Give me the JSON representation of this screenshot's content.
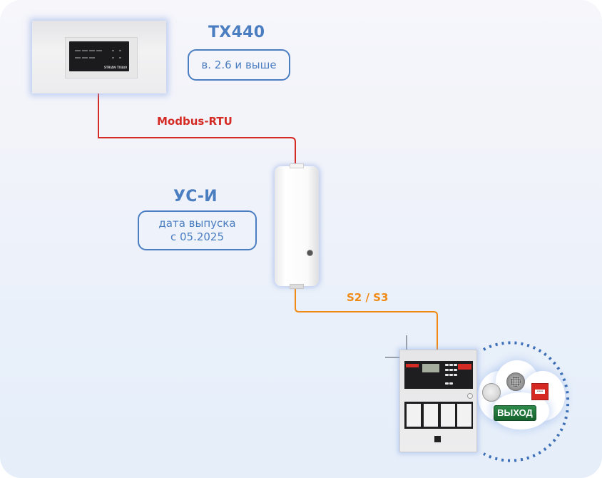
{
  "diagram": {
    "devices": {
      "tx440": {
        "title": "ТХ440",
        "version_badge": "в. 2.6 и выше",
        "brand_label": "STRIAN TX440"
      },
      "usi": {
        "title": "УС-И",
        "badge_line1": "дата выпуска",
        "badge_line2": "с 05.2025"
      },
      "fire_panel": {
        "name": "fire-alarm-control-panel"
      },
      "peripherals": {
        "exit_sign_text": "ВЫХОД",
        "callpoint_text": "•••",
        "items": [
          "smoke-detector",
          "sounder",
          "manual-call-point",
          "exit-sign"
        ]
      }
    },
    "connections": [
      {
        "from": "tx440",
        "to": "usi",
        "label": "Modbus-RTU",
        "color": "#d42b25"
      },
      {
        "from": "usi",
        "to": "fire_panel",
        "label": "S2 / S3",
        "color": "#f08a14"
      }
    ],
    "colors": {
      "accent": "#4a7ec1",
      "modbus": "#d42b25",
      "s2s3": "#f08a14",
      "cloud_dots": "#3d6fb8"
    }
  }
}
